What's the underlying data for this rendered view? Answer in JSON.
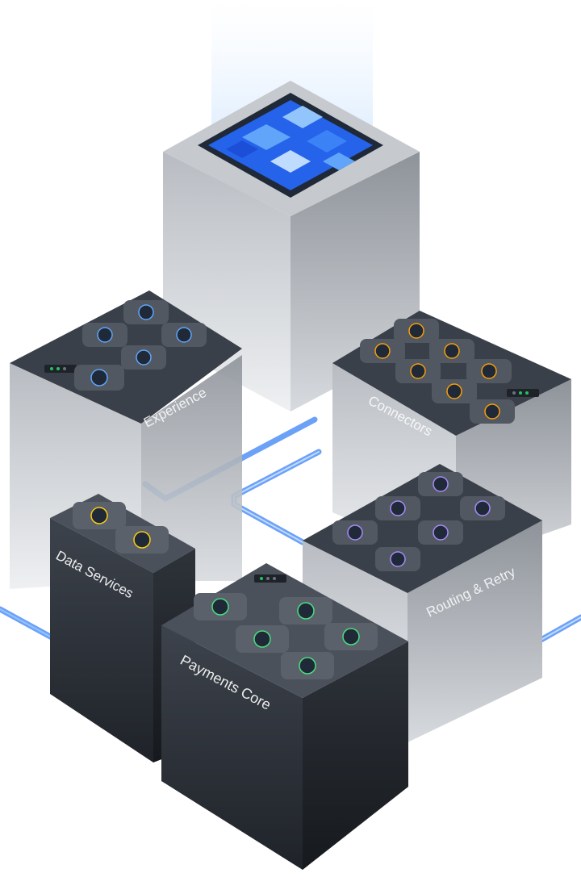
{
  "blocks": {
    "experience": {
      "label": "Experience",
      "icons": [
        "cursor-icon",
        "card-icon",
        "doc-icon",
        "fingerprint-icon",
        "bolt-icon"
      ]
    },
    "connectors": {
      "label": "Connectors",
      "icons": [
        "shield-icon",
        "link-icon",
        "coin-icon",
        "dollar-icon",
        "document-icon",
        "money-bag-icon",
        "wallet-icon"
      ]
    },
    "data_services": {
      "label": "Data Services",
      "icons": [
        "bank-icon",
        "currency-exchange-icon"
      ]
    },
    "routing_retry": {
      "label": "Routing & Retry",
      "icons": [
        "route-icon",
        "branch-icon",
        "split-icon",
        "refresh-icon",
        "merge-icon",
        "retry-icon"
      ]
    },
    "payments_core": {
      "label": "Payments Core",
      "icons": [
        "ledger-icon",
        "sync-icon",
        "list-icon",
        "clock-icon",
        "settle-icon"
      ]
    }
  },
  "colors": {
    "accent_blue": "#3b82f6",
    "beam_blue": "#60a5fa",
    "icon_yellow": "#facc15",
    "icon_orange": "#f59e0b",
    "icon_purple": "#a78bfa",
    "icon_green": "#4ade80",
    "status_led": "#22c55e"
  }
}
